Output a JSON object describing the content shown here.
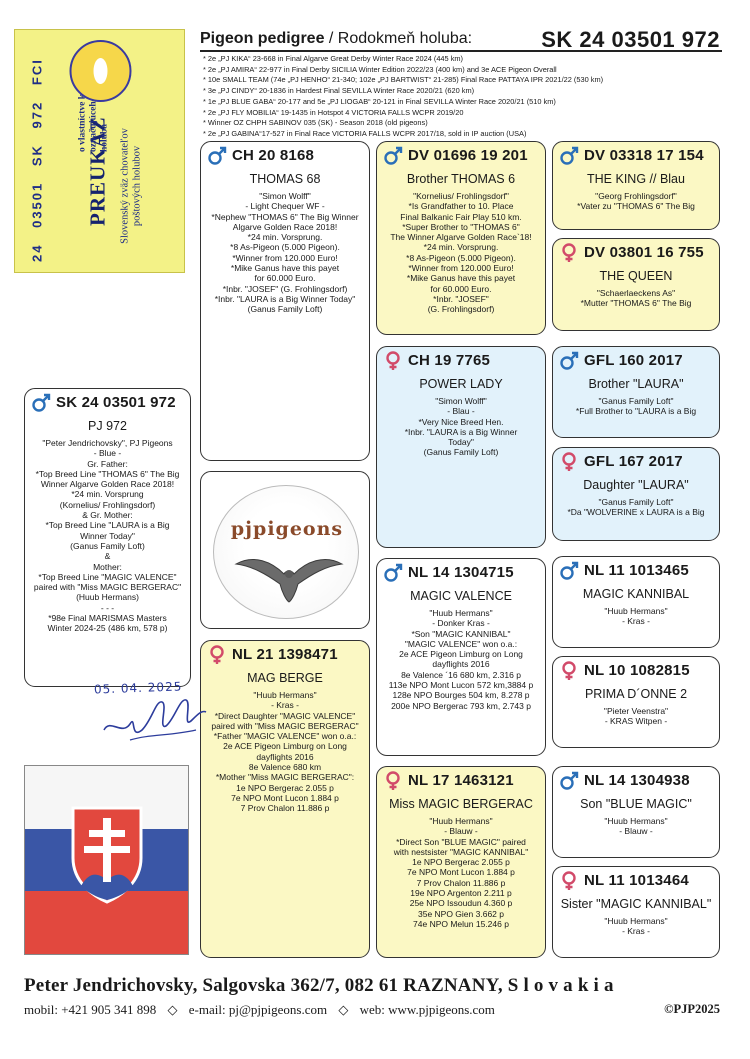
{
  "preukaz": {
    "org": "Slovenský zväz chovateľov poštových holubov",
    "title": "PREUKAZ",
    "side_text": "o vlastníctve krúžku označujúceho poštového holuba",
    "country": "FCI",
    "ring_parts": [
      "24",
      "03501",
      "SK",
      "972"
    ]
  },
  "header": {
    "title": "Pigeon pedigree",
    "subtitle": " / Rodokmeň holuba:",
    "ring": "SK 24 03501 972",
    "results": [
      "* 2e „PJ KIKA“ 23-668 in Final Algarve Great Derby Winter Race 2024 (445 km)",
      "* 2e „PJ AMIRA“ 22-977 in Final Derby SICILIA Winter Edition 2022/23 (400 km) and 3e ACE Pigeon Overall",
      "* 10e SMALL TEAM (74e „PJ HENHO“ 21-340; 102e „PJ BARTWIST“ 21-285) Final Race PATTAYA IPR 2021/22 (530 km)",
      "* 3e „PJ CINDY“ 20-1836 in Hardest Final SEVILLA Winter Race 2020/21 (620 km)",
      "* 1e „PJ BLUE GABA“ 20-177 and 5e „PJ LIOGAB“ 20-121 in Final SEVILLA  Winter Race 2020/21 (510 km)",
      "* 2e „PJ FLY MOBILIA“ 19-1435 in Hotspot 4 VICTORIA  FALLS  WCPR 2019/20",
      "* Winner OZ CHPH SABINOV 035 (SK) - Season 2018 (old pigeons)",
      "* 2e „PJ GABINA“17-527 in Final Race VICTORIA  FALLS  WCPR 2017/18, sold in IP auction (USA)"
    ]
  },
  "cards": {
    "subject": {
      "sex": "male",
      "ring": "SK 24 03501 972",
      "name": "PJ 972",
      "lines": [
        "\"Peter Jendrichovsky\", PJ Pigeons",
        "- Blue -",
        "Gr. Father:",
        "*Top Breed Line \"THOMAS 6\" The Big",
        "Winner Algarve Golden Race 2018!",
        "*24 min. Vorsprung",
        "(Kornelius/ Frohlingsdorf)",
        "& Gr. Mother:",
        "*Top Breed Line \"LAURA is a Big",
        "Winner Today\"",
        "(Ganus Family Loft)",
        "&",
        "Mother:",
        "*Top Breed Line \"MAGIC VALENCE\"",
        "paired with \"Miss MAGIC BERGERAC\"",
        "(Huub Hermans)",
        "- - -",
        "*98e Final MARISMAS Masters",
        "Winter 2024-25 (486 km, 578 p)"
      ]
    },
    "sire": {
      "sex": "male",
      "ring": "CH 20 8168",
      "name": "THOMAS 68",
      "lines": [
        "\"Simon Wolff\"",
        "- Light Chequer WF -",
        "*Nephew \"THOMAS 6\" The Big Winner",
        "Algarve Golden Race 2018!",
        "*24 min. Vorsprung.",
        "*8 As-Pigeon (5.000 Pigeon).",
        "*Winner from 120.000 Euro!",
        "*Mike Ganus have this payet",
        "for 60.000 Euro.",
        "*Inbr. \"JOSEF\" (G. Frohlingsdorf)",
        "*Inbr. \"LAURA is a Big Winner Today\"",
        "(Ganus Family Loft)"
      ]
    },
    "dam": {
      "sex": "female",
      "ring": "NL 21 1398471",
      "name": "MAG BERGE",
      "lines": [
        "\"Huub Hermans\"",
        "- Kras -",
        "*Direct Daughter \"MAGIC VALENCE\"",
        "paired with \"Miss MAGIC BERGERAC\"",
        "*Father \"MAGIC VALENCE\" won o.a.:",
        "2e ACE Pigeon Limburg on Long",
        "dayflights 2016",
        "8e Valence 680 km",
        "*Mother \"Miss MAGIC BERGERAC\":",
        "1e NPO Bergerac 2.055 p",
        "7e NPO Mont Lucon 1.884 p",
        "7 Prov Chalon 11.886 p"
      ]
    },
    "ss": {
      "sex": "male",
      "ring": "DV 01696 19 201",
      "name": "Brother THOMAS 6",
      "lines": [
        "\"Kornelius/ Frohlingsdorf\"",
        "*Is Grandfather to 10. Place",
        "Final Balkanic Fair Play 510 km.",
        "*Super Brother to \"THOMAS 6\"",
        "The Winner Algarve Golden Race`18!",
        "*24 min. Vorsprung.",
        "*8 As-Pigeon (5.000 Pigeon).",
        "*Winner from 120.000 Euro!",
        "*Mike Ganus have this payet",
        "for 60.000 Euro.",
        "*Inbr. \"JOSEF\"",
        "(G. Frohlingsdorf)"
      ]
    },
    "sd": {
      "sex": "female",
      "ring": "CH 19 7765",
      "name": "POWER LADY",
      "lines": [
        "\"Simon Wolff\"",
        "- Blau -",
        "*Very Nice Breed Hen.",
        "*Inbr. \"LAURA is a Big Winner",
        "Today\"",
        "(Ganus Family Loft)"
      ]
    },
    "ds": {
      "sex": "male",
      "ring": "NL 14 1304715",
      "name": "MAGIC VALENCE",
      "lines": [
        "\"Huub Hermans\"",
        "- Donker Kras -",
        "*Son \"MAGIC KANNIBAL\"",
        "\"MAGIC VALENCE\" won o.a.:",
        "2e ACE Pigeon Limburg on Long",
        "dayflights 2016",
        "8e Valence ´16 680 km, 2.316 p",
        "113e NPO Mont Lucon 572 km,3884 p",
        "128e NPO Bourges 504 km, 8.278 p",
        "200e NPO Bergerac 793 km, 2.743 p"
      ]
    },
    "dd": {
      "sex": "female",
      "ring": "NL 17 1463121",
      "name": "Miss MAGIC BERGERAC",
      "lines": [
        "\"Huub Hermans\"",
        "- Blauw -",
        "*Direct Son \"BLUE MAGIC\" paired",
        "with nestsister \"MAGIC KANNIBAL\"",
        "1e NPO Bergerac 2.055 p",
        "7e NPO Mont Lucon 1.884 p",
        "7 Prov Chalon 11.886 p",
        "19e NPO Argenton 2.211 p",
        "25e NPO Issoudun 4.360 p",
        "35e NPO Gien 3.662 p",
        "74e NPO Melun 15.246 p"
      ]
    },
    "sss": {
      "sex": "male",
      "ring": "DV 03318 17 154",
      "name": "THE KING // Blau",
      "lines": [
        "\"Georg Frohlingsdorf\"",
        "*Vater zu \"THOMAS 6\" The Big"
      ]
    },
    "ssd": {
      "sex": "female",
      "ring": "DV 03801 16 755",
      "name": "THE QUEEN",
      "lines": [
        "\"Schaerlaeckens As\"",
        "*Mutter \"THOMAS 6\" The Big"
      ]
    },
    "sds": {
      "sex": "male",
      "ring": "GFL 160 2017",
      "name": "Brother \"LAURA\"",
      "lines": [
        "\"Ganus Family Loft\"",
        "*Full Brother to \"LAURA is a Big"
      ]
    },
    "sdd": {
      "sex": "female",
      "ring": "GFL 167 2017",
      "name": "Daughter \"LAURA\"",
      "lines": [
        "\"Ganus Family Loft\"",
        "*Da \"WOLVERINE x LAURA  is a Big"
      ]
    },
    "dss": {
      "sex": "male",
      "ring": "NL 11 1013465",
      "name": "MAGIC KANNIBAL",
      "lines": [
        "\"Huub Hermans\"",
        "- Kras -"
      ]
    },
    "dsd": {
      "sex": "female",
      "ring": "NL 10 1082815",
      "name": "PRIMA D´ONNE 2",
      "lines": [
        "\"Pieter Veenstra\"",
        "- KRAS Witpen -"
      ]
    },
    "dds": {
      "sex": "male",
      "ring": "NL 14 1304938",
      "name": "Son \"BLUE MAGIC\"",
      "lines": [
        "\"Huub Hermans\"",
        "- Blauw -"
      ]
    },
    "ddd": {
      "sex": "female",
      "ring": "NL 11 1013464",
      "name": "Sister \"MAGIC KANNIBAL\"",
      "lines": [
        "\"Huub Hermans\"",
        "- Kras -"
      ]
    }
  },
  "logo": {
    "text": "pjpigeons"
  },
  "handwritten_date": "05. 04. 2025",
  "footer": {
    "name_line": "Peter Jendrichovsky, Salgovska 362/7, 082 61 RAZNANY, S l o v a k i a",
    "mobile": "mobil: +421 905 341 898",
    "email": "e-mail: pj@pjpigeons.com",
    "web": "web: www.pjpigeons.com",
    "separator": "◇",
    "copyright": "©PJP2025"
  },
  "colors": {
    "male_symbol": "#2a6fb8",
    "female_symbol": "#d24b6a",
    "card_yellow": "#fbf8c4",
    "card_blue": "#e2f2fb"
  }
}
